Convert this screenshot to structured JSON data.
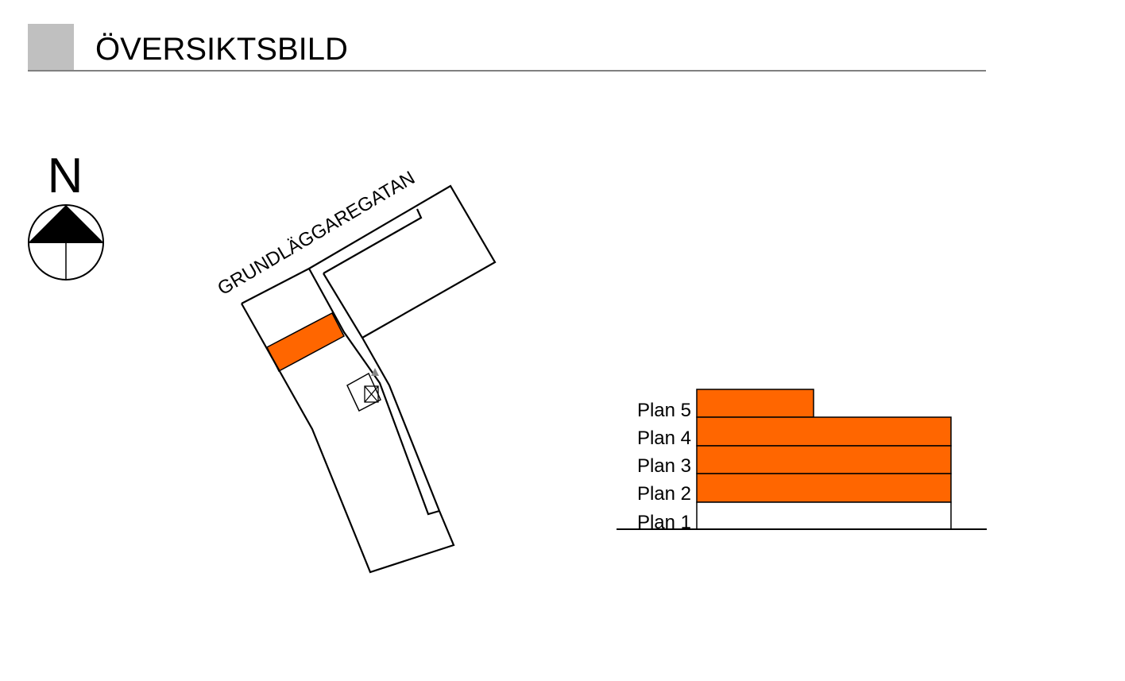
{
  "header": {
    "title": "ÖVERSIKTSBILD"
  },
  "compass": {
    "label": "N"
  },
  "site_plan": {
    "street_name": "GRUNDLÄGGAREGATAN",
    "highlight_color": "#ff6600"
  },
  "floors": {
    "highlight_color": "#ff6600",
    "levels": [
      {
        "label": "Plan 5",
        "highlighted": true
      },
      {
        "label": "Plan 4",
        "highlighted": true
      },
      {
        "label": "Plan 3",
        "highlighted": true
      },
      {
        "label": "Plan 2",
        "highlighted": true
      },
      {
        "label": "Plan 1",
        "highlighted": false
      }
    ]
  }
}
